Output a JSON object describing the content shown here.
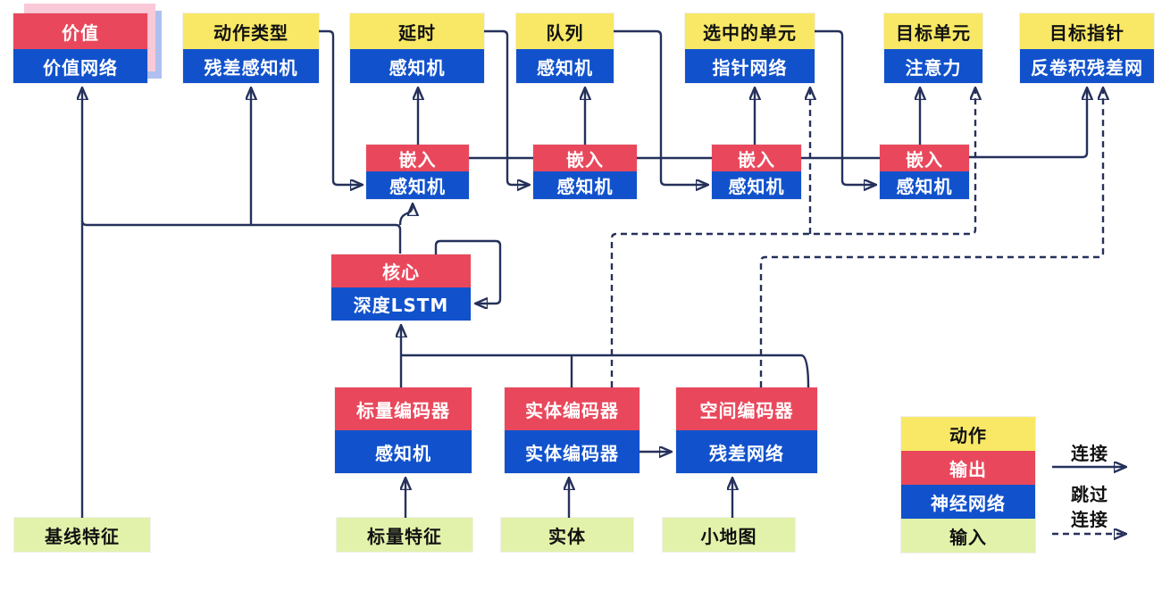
{
  "diagram_title": "agent-architecture-diagram",
  "nodes": {
    "value": {
      "top": "价值",
      "bottom": "价值网络"
    },
    "action_type": {
      "top": "动作类型",
      "bottom": "残差感知机"
    },
    "delay": {
      "top": "延时",
      "bottom": "感知机"
    },
    "queue": {
      "top": "队列",
      "bottom": "感知机"
    },
    "selected_units": {
      "top": "选中的单元",
      "bottom": "指针网络"
    },
    "target_unit": {
      "top": "目标单元",
      "bottom": "注意力"
    },
    "target_point": {
      "top": "目标指针",
      "bottom": "反卷积残差网"
    },
    "embed1": {
      "top": "嵌入",
      "bottom": "感知机"
    },
    "embed2": {
      "top": "嵌入",
      "bottom": "感知机"
    },
    "embed3": {
      "top": "嵌入",
      "bottom": "感知机"
    },
    "embed4": {
      "top": "嵌入",
      "bottom": "感知机"
    },
    "core": {
      "top": "核心",
      "bottom": "深度LSTM"
    },
    "scalar_encoder": {
      "top": "标量编码器",
      "bottom": "感知机"
    },
    "entity_encoder": {
      "top": "实体编码器",
      "bottom": "实体编码器"
    },
    "spatial_encoder": {
      "top": "空间编码器",
      "bottom": "残差网络"
    }
  },
  "inputs": {
    "baseline": "基线特征",
    "scalar": "标量特征",
    "entities": "实体",
    "minimap": "小地图"
  },
  "legend": {
    "action": "动作",
    "output": "输出",
    "network": "神经网络",
    "input": "输入",
    "connection_label": "连接",
    "skip_label_line1": "跳过",
    "skip_label_line2": "连接"
  },
  "colors": {
    "action_yellow": "#F8E866",
    "output_red": "#E9485C",
    "network_blue": "#1152CC",
    "input_green": "#E2F2AA",
    "line_navy": "#25315B",
    "sheet_pink": "#F9C9D8",
    "sheet_blue": "#AFC0F0"
  }
}
